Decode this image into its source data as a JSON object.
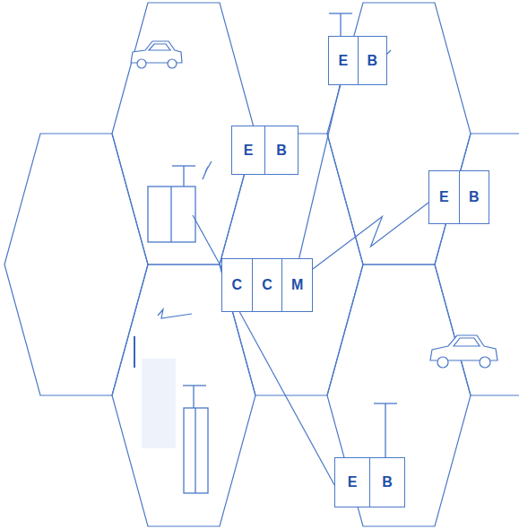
{
  "diagram": {
    "nodes": [
      {
        "text": [
          "E",
          "B"
        ]
      },
      {
        "text": [
          "E",
          "B"
        ]
      },
      {
        "text": [
          "E",
          "B"
        ]
      },
      {
        "text": [
          "C",
          "C",
          "M"
        ]
      },
      {
        "text": [
          "E",
          "B"
        ]
      }
    ],
    "edges": [
      {
        "from": 3,
        "to": 0,
        "arrow": "none"
      },
      {
        "from": 3,
        "to": 2,
        "arrow": "none"
      },
      {
        "from": 3,
        "to": 4,
        "arrow": "none"
      }
    ]
  }
}
